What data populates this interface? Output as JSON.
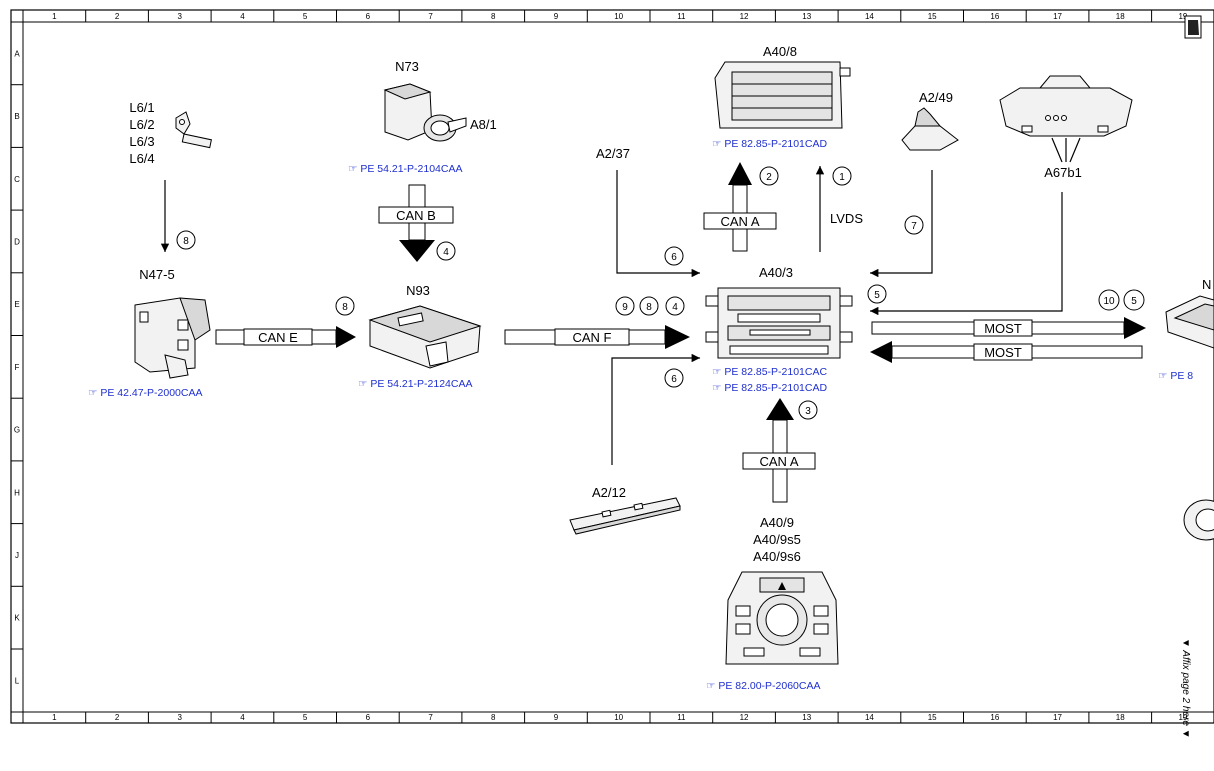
{
  "grid": {
    "columns": [
      "1",
      "2",
      "3",
      "4",
      "5",
      "6",
      "7",
      "8",
      "9",
      "10",
      "11",
      "12",
      "13",
      "14",
      "15",
      "16",
      "17",
      "18",
      "19"
    ],
    "rows": [
      "A",
      "B",
      "C",
      "D",
      "E",
      "F",
      "G",
      "H",
      "J",
      "K",
      "L"
    ]
  },
  "components": {
    "l6": [
      "L6/1",
      "L6/2",
      "L6/3",
      "L6/4"
    ],
    "n73": "N73",
    "a8_1": "A8/1",
    "a40_8": "A40/8",
    "a2_49": "A2/49",
    "a67b1": "A67b1",
    "a2_37": "A2/37",
    "n47_5": "N47-5",
    "n93": "N93",
    "a40_3": "A40/3",
    "a2_12": "A2/12",
    "a40_9": [
      "A40/9",
      "A40/9s5",
      "A40/9s6"
    ],
    "partial_right": "N"
  },
  "refs": {
    "n73": "PE 54.21-P-2104CAA",
    "a40_8": "PE 82.85-P-2101CAD",
    "n47_5": "PE 42.47-P-2000CAA",
    "n93": "PE 54.21-P-2124CAA",
    "a40_3_1": "PE 82.85-P-2101CAC",
    "a40_3_2": "PE 82.85-P-2101CAD",
    "a40_9": "PE 82.00-P-2060CAA",
    "partial_right": "PE 8"
  },
  "buses": {
    "can_b": "CAN B",
    "can_a_top": "CAN A",
    "lvds": "LVDS",
    "can_e": "CAN E",
    "can_f": "CAN F",
    "most_1": "MOST",
    "most_2": "MOST",
    "can_a_bottom": "CAN A"
  },
  "markers": {
    "m_l6": "8",
    "m_canb": "4",
    "m_cana_top": "2",
    "m_lvds": "1",
    "m_a249": "7",
    "m_a237": "6",
    "m_cane": "8",
    "m_canf_9": "9",
    "m_canf_8": "8",
    "m_canf_4": "4",
    "m_a67": "5",
    "m_most_10": "10",
    "m_most_5": "5",
    "m_a212": "6",
    "m_cana_bottom": "3"
  },
  "note": "▼ Affix page 2 here ▼"
}
